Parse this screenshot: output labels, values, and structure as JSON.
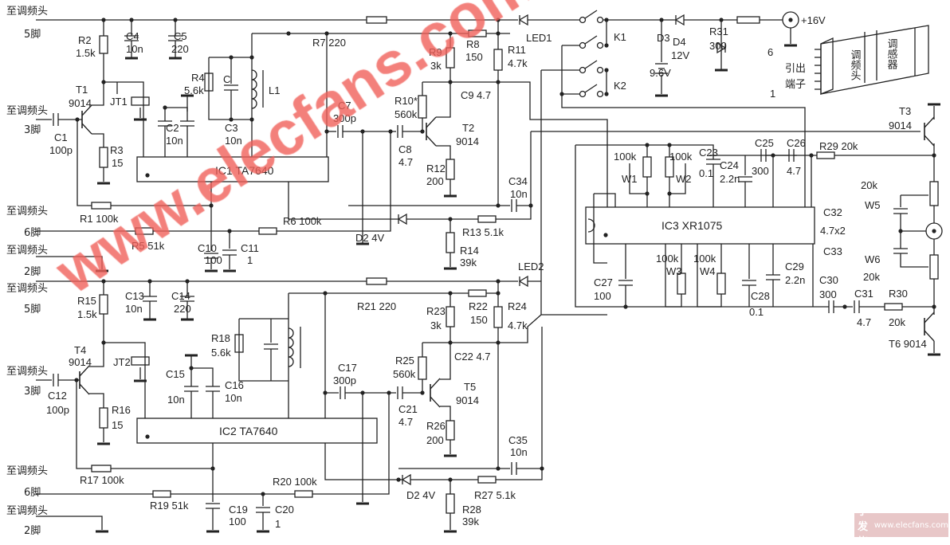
{
  "labels": {
    "to5a": "至调频头",
    "to5a2": "5脚",
    "to3a": "至调频头",
    "to3a2": "3脚",
    "to6a": "至调频头",
    "to6a2": "6脚",
    "to2a": "至调频头",
    "to2a2": "2脚",
    "to5b": "至调频头",
    "to5b2": "5脚",
    "to3b": "至调频头",
    "to3b2": "3脚",
    "to6b": "至调频头",
    "to6b2": "6脚",
    "to2b": "至调频头",
    "to2b2": "2脚",
    "R2": "R2",
    "R2v": "1.5k",
    "C4": "C4",
    "C4v": "10n",
    "C5": "C5",
    "C5v": "220",
    "T1": "T1",
    "T1v": "9014",
    "JT1": "JT1",
    "C1": "C1",
    "C1v": "100p",
    "R3": "R3",
    "R3v": "15",
    "R4": "R4",
    "R4v": "5.6k",
    "C": "C",
    "L1": "L1",
    "C2": "C2",
    "C2v": "10n",
    "C3": "C3",
    "C3v": "10n",
    "C7": "C7",
    "C7v": "300p",
    "R7": "R7  220",
    "R9": "R9",
    "R9v": "3k",
    "R8": "R8",
    "R8v": "150",
    "R11": "R11",
    "R11v": "4.7k",
    "R10": "R10*",
    "R10v": "560k",
    "C9": "C9",
    "C9v": "4.7",
    "T2": "T2",
    "T2v": "9014",
    "C8": "C8",
    "C8v": "4.7",
    "R12": "R12",
    "R12v": "200",
    "IC1": "IC1  TA7640",
    "C34": "C34",
    "C34v": "10n",
    "R1": "R1  100k",
    "R6": "R6  100k",
    "D2a": "D2  4V",
    "R13": "R13  5.1k",
    "R5": "R5  51k",
    "R14": "R14",
    "R14v": "39k",
    "C10": "C10",
    "C10v": "100",
    "C11": "C11",
    "C11v": "1",
    "LED1": "LED1",
    "K1": "K1",
    "K2": "K2",
    "D3": "D3",
    "D4": "D4",
    "D4v": "12V",
    "R31": "R31",
    "R31v": "300",
    "V16": "+16V",
    "V96": "9.6V",
    "lead1": "引出",
    "lead2": "端子",
    "pin6": "6",
    "pin1": "1",
    "tuner": "调频头",
    "inductor": "调感器",
    "T3": "T3",
    "T3v": "9014",
    "C23": "C23",
    "C23v": "0.1",
    "C24": "C24",
    "C24v": "2.2n",
    "C25": "C25",
    "C25v": "300",
    "C26": "C26",
    "C26v": "4.7",
    "R29": "R29  20k",
    "W1v": "100k",
    "W1": "W1",
    "W2v": "100k",
    "W2": "W2",
    "IC3": "IC3  XR1075",
    "W5v": "20k",
    "W5": "W5",
    "C32": "C32",
    "C32v": "4.7x2",
    "C33": "C33",
    "W6": "W6",
    "W6v": "20k",
    "C27": "C27",
    "C27v": "100",
    "W3v": "100k",
    "W3": "W3",
    "W4v": "100k",
    "W4": "W4",
    "C28": "C28",
    "C28v": "0.1",
    "C29": "C29",
    "C29v": "2.2n",
    "C30": "C30",
    "C30v": "300",
    "C31": "C31",
    "C31v": "4.7",
    "R30": "R30",
    "R30v": "20k",
    "T6": "T6  9014",
    "LED2": "LED2",
    "R15": "R15",
    "R15v": "1.5k",
    "C13": "C13",
    "C13v": "10n",
    "C14": "C14",
    "C14v": "220",
    "R21": "R21  220",
    "R23": "R23",
    "R23v": "3k",
    "R22": "R22",
    "R22v": "150",
    "R24": "R24",
    "R24v": "4.7k",
    "R18": "R18",
    "R18v": "5.6k",
    "T4": "T4",
    "T4v": "9014",
    "JT2": "JT2",
    "C22": "C22  4.7",
    "R25": "R25",
    "R25v": "560k",
    "C15": "C15",
    "C15v": "10n",
    "C16": "C16",
    "C16v": "10n",
    "C17": "C17",
    "C17v": "300p",
    "T5": "T5",
    "T5v": "9014",
    "C12": "C12",
    "C12v": "100p",
    "R16": "R16",
    "R16v": "15",
    "C21": "C21",
    "C21v": "4.7",
    "R26": "R26",
    "R26v": "200",
    "IC2": "IC2  TA7640",
    "C35": "C35",
    "C35v": "10n",
    "R17": "R17  100k",
    "R20": "R20  100k",
    "D2b": "D2  4V",
    "R27": "R27  5.1k",
    "R19": "R19  51k",
    "R28": "R28",
    "R28v": "39k",
    "C19": "C19",
    "C19v": "100",
    "C20": "C20",
    "C20v": "1"
  },
  "watermark": "www.elecfans.com",
  "logo": {
    "cn": "电子发烧友",
    "url": "www.elecfans.com"
  },
  "colors": {
    "line": "#222222",
    "watermark": "#f0605a"
  }
}
